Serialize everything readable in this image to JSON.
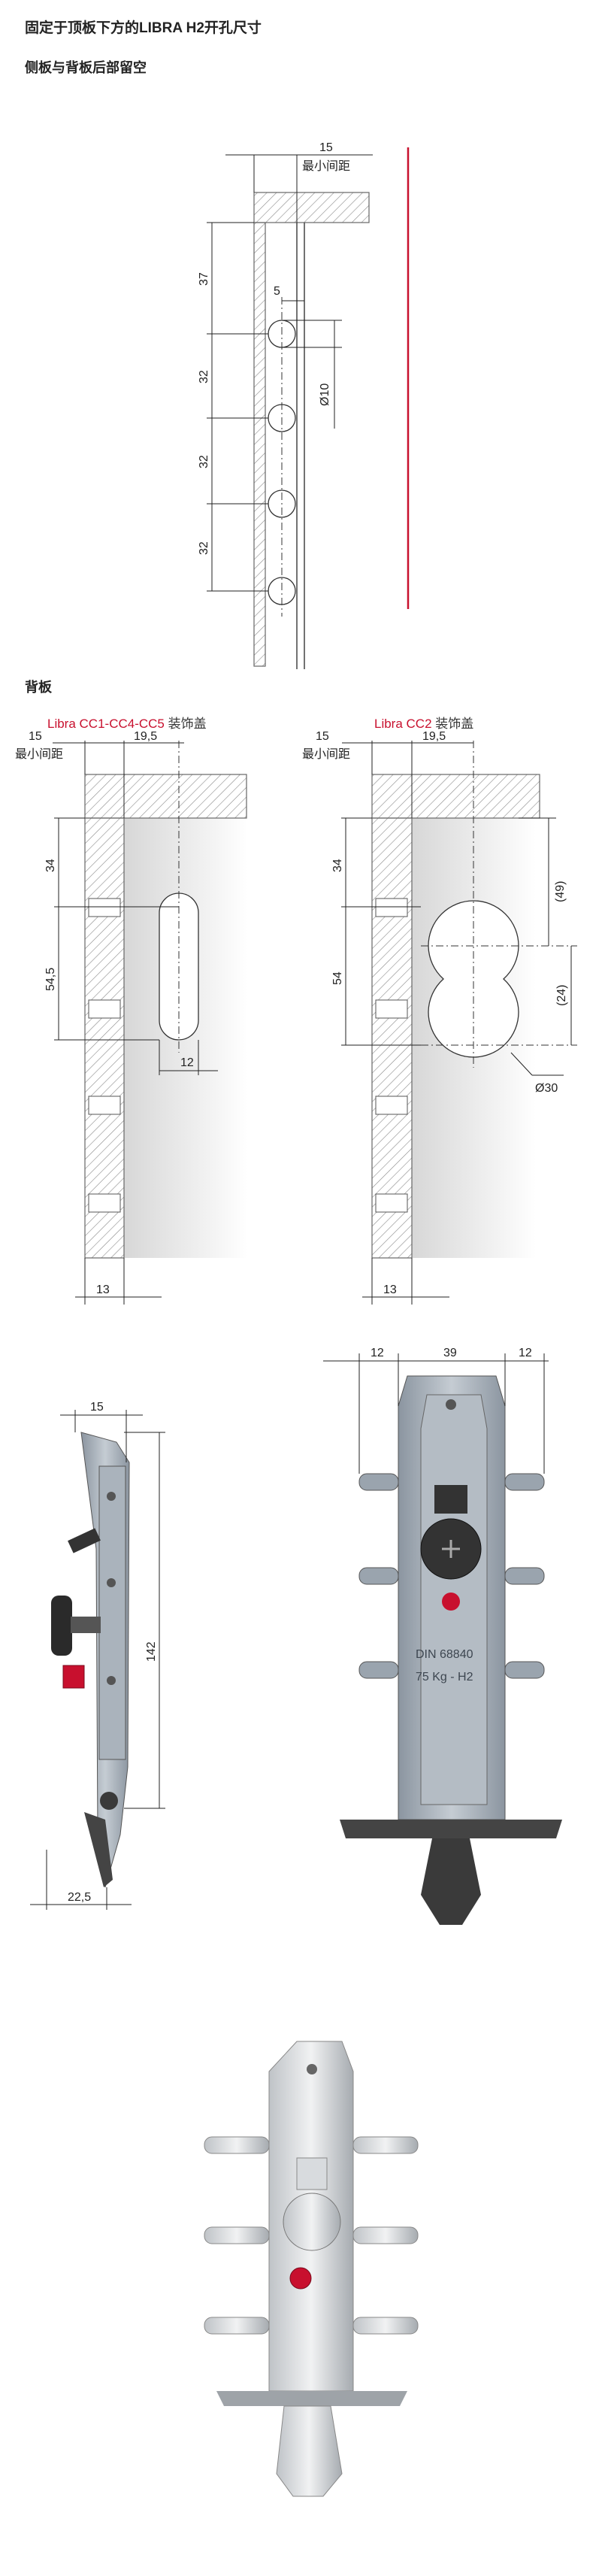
{
  "header": {
    "title": "固定于顶板下方的LIBRA H2开孔尺寸",
    "subtitle": "侧板与背板后部留空"
  },
  "section_back": {
    "title": "背板",
    "variant_left_red": "Libra CC1-CC4-CC5",
    "variant_left_rest": " 装饰盖",
    "variant_right_red": "Libra CC2",
    "variant_right_rest": " 装饰盖"
  },
  "diagram1": {
    "top_dim": "15",
    "top_dim_note": "最小间距",
    "offset_dim": "5",
    "hole_dia": "Ø10",
    "vertical_dims": [
      "37",
      "32",
      "32",
      "32"
    ]
  },
  "diagram2": {
    "min_dim": "15",
    "min_note": "最小间距",
    "depth_dim": "19,5",
    "v1": "34",
    "v2": "54,5",
    "slot_w": "12",
    "bottom": "13"
  },
  "diagram3": {
    "min_dim": "15",
    "min_note": "最小间距",
    "depth_dim": "19,5",
    "v1": "34",
    "v2": "54",
    "r1": "(49)",
    "r2": "(24)",
    "dia": "Ø30",
    "bottom": "13"
  },
  "side_view": {
    "top": "15",
    "height": "142",
    "bottom": "22,5"
  },
  "front_view": {
    "d1": "12",
    "d2": "39",
    "d3": "12",
    "plate_line1": "DIN 68840",
    "plate_line2": "75 Kg - H2"
  },
  "colors": {
    "accent_red": "#c8102e",
    "hatch": "#888888",
    "metal": "#9aa4ae"
  }
}
